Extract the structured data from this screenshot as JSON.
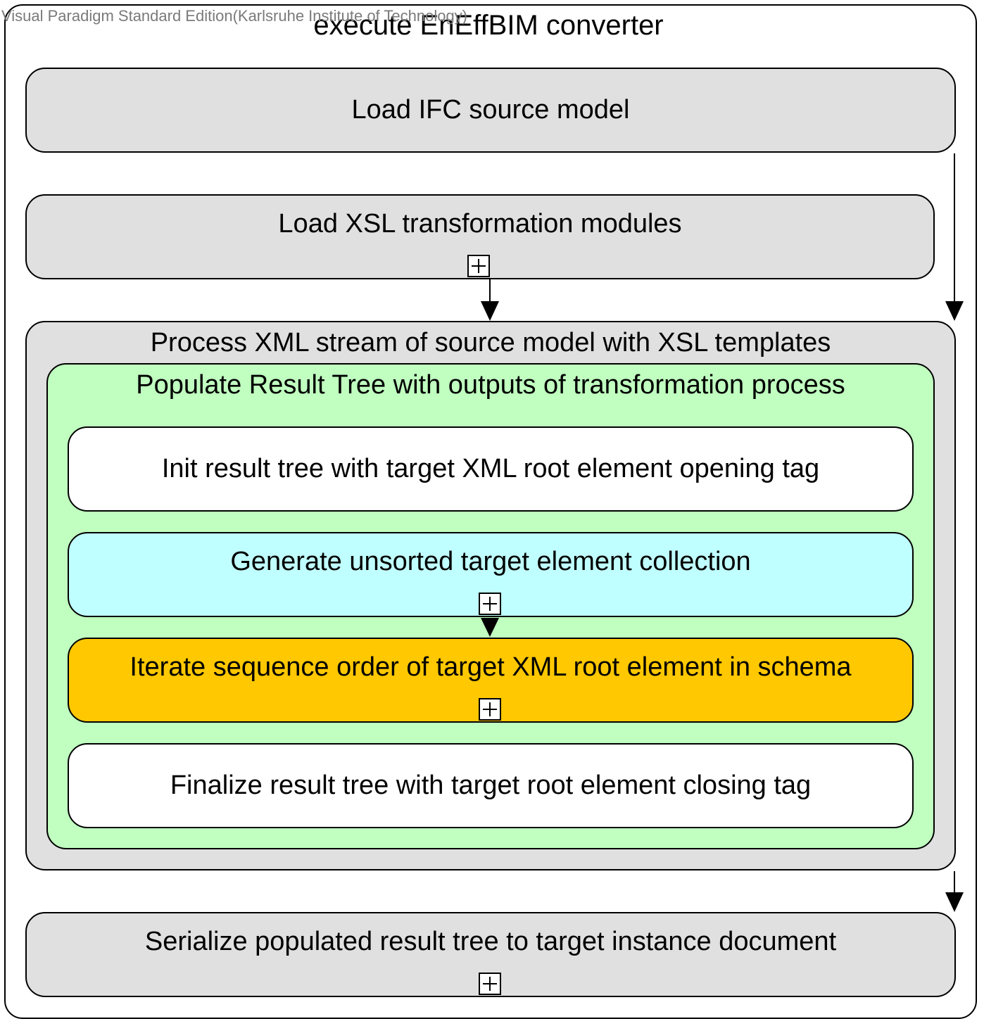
{
  "watermark": "Visual Paradigm Standard Edition(Karlsruhe Institute of Technology)",
  "diagram": {
    "title": "execute EnEffBIM converter",
    "actions": {
      "load_ifc": "Load IFC source model",
      "load_xsl": "Load XSL transformation modules",
      "process_xml": "Process XML stream of source model with XSL templates",
      "populate_tree": "Populate Result Tree with outputs of transformation process",
      "init_tree": "Init result tree with target XML root element opening tag",
      "generate_collection": "Generate unsorted target element collection",
      "iterate_sequence": "Iterate sequence order of target XML root element in schema",
      "finalize_tree": "Finalize result tree with target root element closing tag",
      "serialize_tree": "Serialize populated result tree to target instance document"
    },
    "colors": {
      "default_fill": "#e0e0e0",
      "populate_fill": "#c0ffc0",
      "white_fill": "#ffffff",
      "generate_fill": "#c0ffff",
      "iterate_fill": "#ffc800"
    },
    "icons": {
      "expander": "plus-box-icon"
    }
  }
}
